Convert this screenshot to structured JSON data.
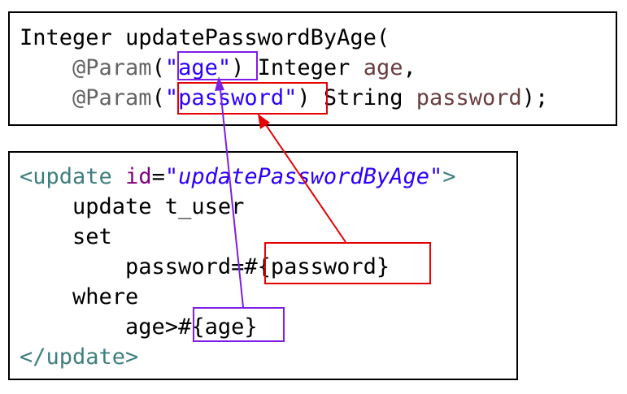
{
  "colors": {
    "text": "#000000",
    "annotation": "#646464",
    "string": "#2a00ff",
    "variable": "#6a3e3e",
    "tag": "#3f7f7f",
    "attribute": "#7f007f",
    "age_link": "#7c1fe6",
    "password_link": "#e60000"
  },
  "java": {
    "line1": {
      "type": "Integer",
      "method": "updatePasswordByAge",
      "open": "("
    },
    "line2": {
      "indent": "    ",
      "annotation": "@Param",
      "open": "(",
      "param": "\"age\"",
      "close": ")",
      "type": " Integer ",
      "var": "age",
      "end": ","
    },
    "line3": {
      "indent": "    ",
      "annotation": "@Param",
      "open": "(",
      "param": "\"password\"",
      "close": ")",
      "type": " String ",
      "var": "password",
      "end": ");"
    }
  },
  "xml": {
    "open_tag": "<update",
    "attr_name": "id",
    "equals": "=",
    "attr_value": "\"updatePasswordByAge\"",
    "open_tag_end": ">",
    "line_update": "    update t_user",
    "line_set": "    set",
    "password_prefix": "        password=",
    "password_expr": "#{password}",
    "line_where": "    where",
    "age_prefix": "        age>",
    "age_expr": "#{age}",
    "close_tag": "</update>"
  }
}
